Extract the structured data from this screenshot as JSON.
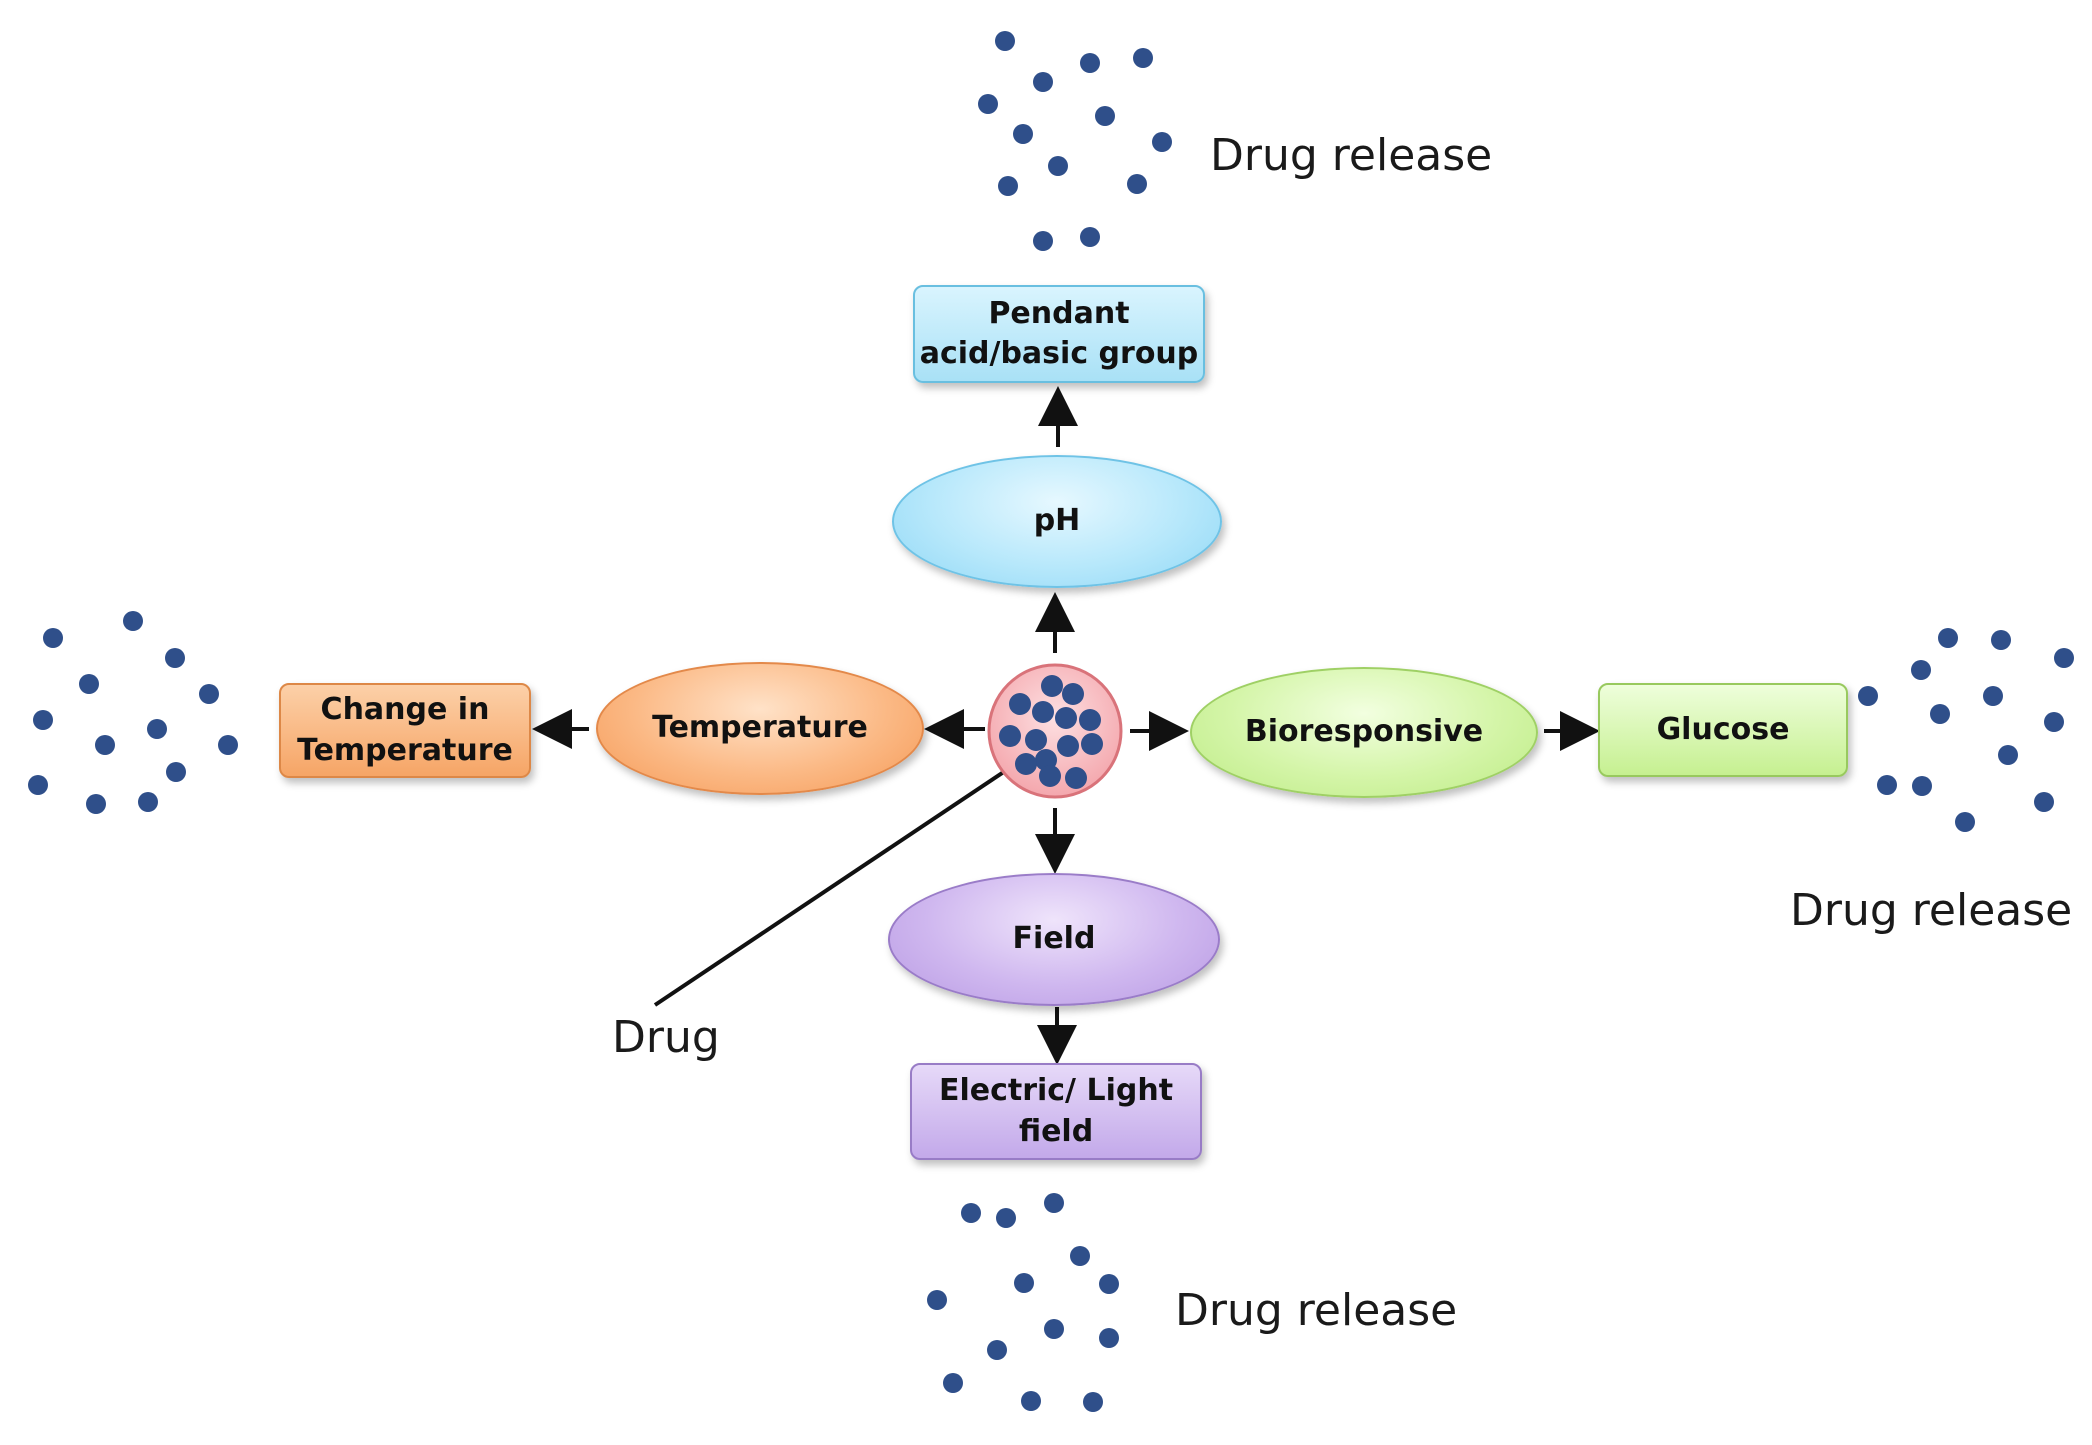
{
  "nodes": {
    "ph": "pH",
    "temperature": "Temperature",
    "bioresponsive": "Bioresponsive",
    "field": "Field",
    "pendant_group": "Pendant\nacid/basic group",
    "change_in_temperature": "Change in\nTemperature",
    "glucose": "Glucose",
    "electric_light_field": "Electric/ Light\nfield"
  },
  "labels": {
    "drug_release_top": "Drug release",
    "drug_release_right": "Drug release",
    "drug_release_bottom": "Drug release",
    "drug": "Drug"
  },
  "colors": {
    "drug_dot": "#2f4f8a",
    "arrow": "#111111",
    "carrier_fill": "#f6b8bc",
    "carrier_stroke": "#d9737a"
  }
}
